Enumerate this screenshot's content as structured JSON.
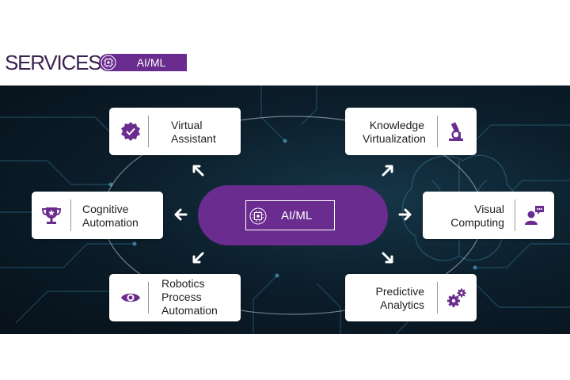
{
  "header": {
    "title": "SERVICES",
    "badge_label": "AI/ML",
    "badge_color": "#6a2c8f"
  },
  "diagram": {
    "center": {
      "label": "AI/ML",
      "icon": "ai-chip-icon"
    },
    "nodes": [
      {
        "id": "virtual-assistant",
        "label_lines": [
          "Virtual",
          "Assistant"
        ],
        "icon": "badge-check-icon"
      },
      {
        "id": "knowledge-virtualization",
        "label_lines": [
          "Knowledge",
          "Virtualization"
        ],
        "icon": "microscope-icon"
      },
      {
        "id": "cognitive-automation",
        "label_lines": [
          "Cognitive",
          "Automation"
        ],
        "icon": "trophy-icon"
      },
      {
        "id": "visual-computing",
        "label_lines": [
          "Visual",
          "Computing"
        ],
        "icon": "user-chat-icon"
      },
      {
        "id": "robotics-process-automation",
        "label_lines": [
          "Robotics",
          "Process",
          "Automation"
        ],
        "icon": "eye-icon"
      },
      {
        "id": "predictive-analytics",
        "label_lines": [
          "Predictive",
          "Analytics"
        ],
        "icon": "gears-icon"
      }
    ],
    "colors": {
      "accent": "#6a2c8f",
      "card": "#ffffff",
      "background": "#0c1f2c"
    }
  }
}
